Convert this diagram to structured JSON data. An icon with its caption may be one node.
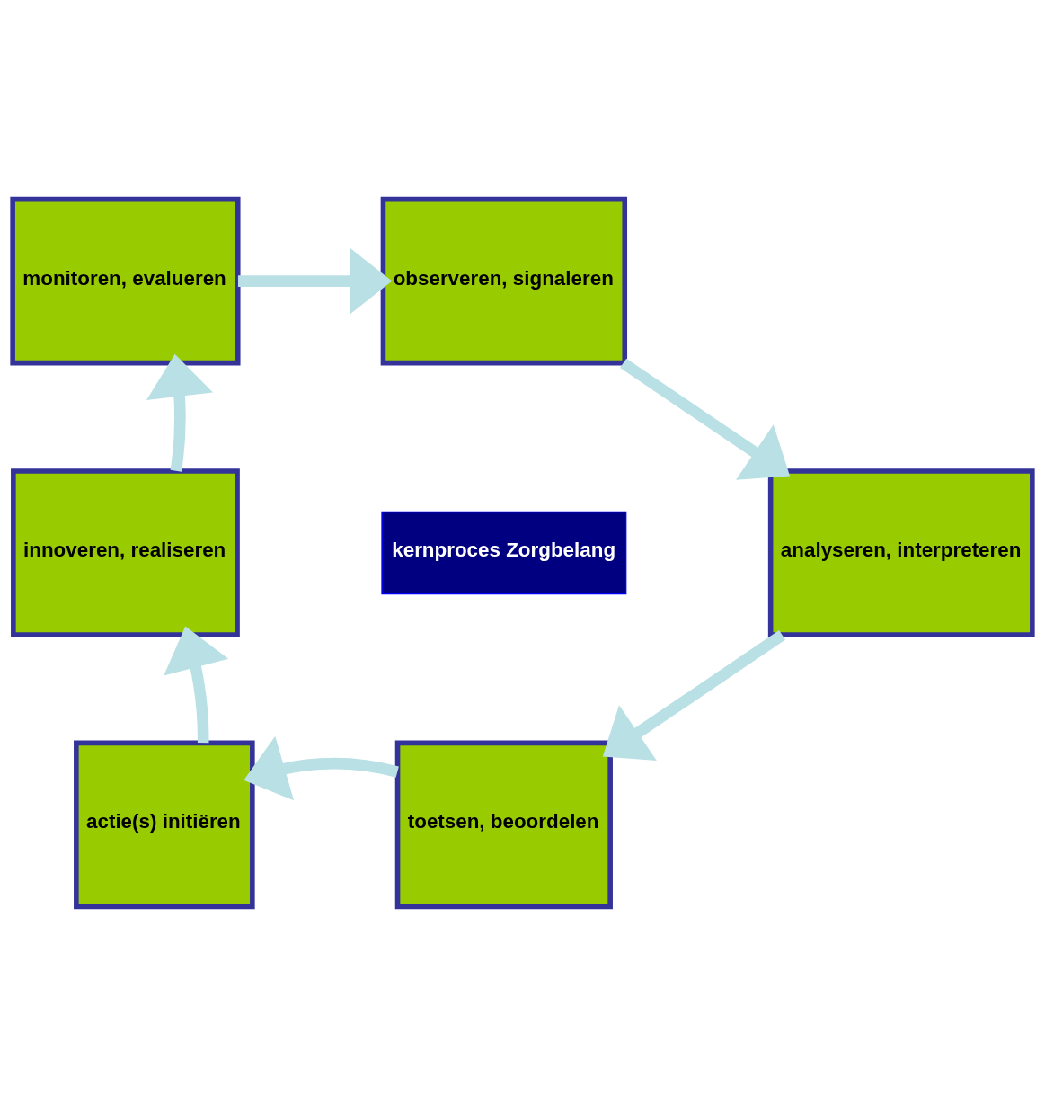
{
  "diagram": {
    "nodes": [
      {
        "text": [
          "monitoren, evalueren"
        ]
      },
      {
        "text": [
          "observeren, signaleren"
        ]
      },
      {
        "text": [
          "innoveren, realiseren"
        ]
      },
      {
        "text": [
          "kernproces Zorgbelang"
        ]
      },
      {
        "text": [
          "analyseren, interpreteren"
        ]
      },
      {
        "text": [
          "actie(s) initiëren"
        ]
      },
      {
        "text": [
          "toetsen, beoordelen"
        ]
      }
    ],
    "edges": [
      {
        "from": 0,
        "to": 1,
        "arrow": "to"
      },
      {
        "from": 1,
        "to": 4,
        "arrow": "to"
      },
      {
        "from": 4,
        "to": 6,
        "arrow": "to"
      },
      {
        "from": 6,
        "to": 5,
        "arrow": "to"
      },
      {
        "from": 5,
        "to": 2,
        "arrow": "to"
      },
      {
        "from": 2,
        "to": 0,
        "arrow": "to"
      }
    ]
  }
}
